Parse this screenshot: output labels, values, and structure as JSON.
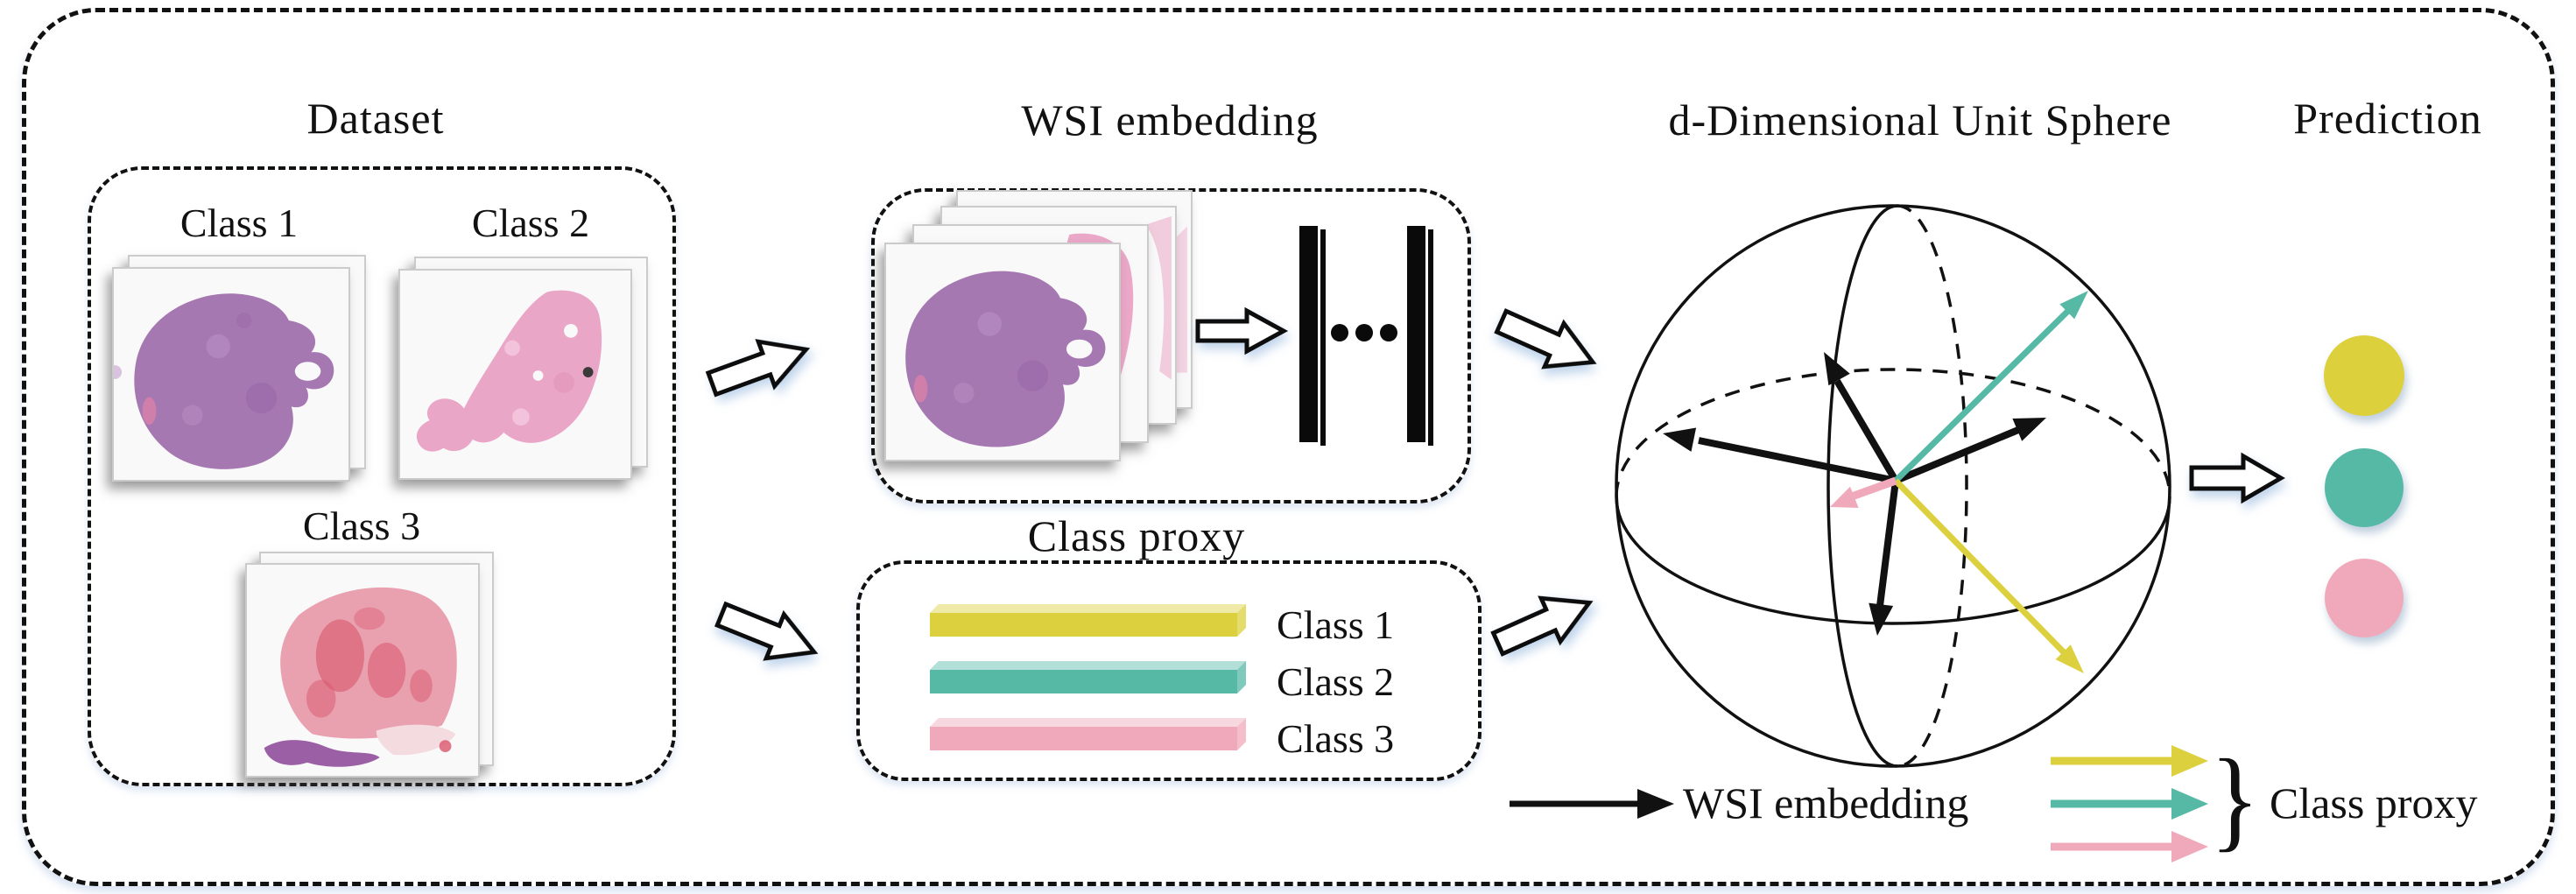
{
  "titles": {
    "dataset": "Dataset",
    "wsi_embedding": "WSI  embedding",
    "class_proxy": "Class proxy",
    "unit_sphere": "d-Dimensional Unit Sphere",
    "prediction": "Prediction"
  },
  "dataset": {
    "classes": [
      {
        "label": "Class 1",
        "tissue": "purple-wsi-slide"
      },
      {
        "label": "Class 2",
        "tissue": "pink-wsi-slide"
      },
      {
        "label": "Class 3",
        "tissue": "red-wsi-slide"
      }
    ]
  },
  "embedding": {
    "bars": 2,
    "ellipsis_dots": "..."
  },
  "proxy": {
    "rows": [
      {
        "label": "Class 1",
        "color": "#ddd03e"
      },
      {
        "label": "Class 2",
        "color": "#55b9a6"
      },
      {
        "label": "Class 3",
        "color": "#f0a9ba"
      }
    ]
  },
  "sphere": {
    "wsi_vector_color": "#111111",
    "class_vector_colors": [
      "#ddd03e",
      "#55b9a6",
      "#f0a9ba"
    ]
  },
  "legend": {
    "wsi_label": "WSI embedding",
    "proxy_label": "Class proxy",
    "brace": "}"
  },
  "prediction": {
    "circles": [
      {
        "name": "class-1-prediction",
        "color": "#ddd03e"
      },
      {
        "name": "class-2-prediction",
        "color": "#55b9a6"
      },
      {
        "name": "class-3-prediction",
        "color": "#f0a9ba"
      }
    ]
  },
  "icons": {
    "flow_arrow": "hollow-block-arrow-right",
    "ellipsis": "three-dots"
  }
}
